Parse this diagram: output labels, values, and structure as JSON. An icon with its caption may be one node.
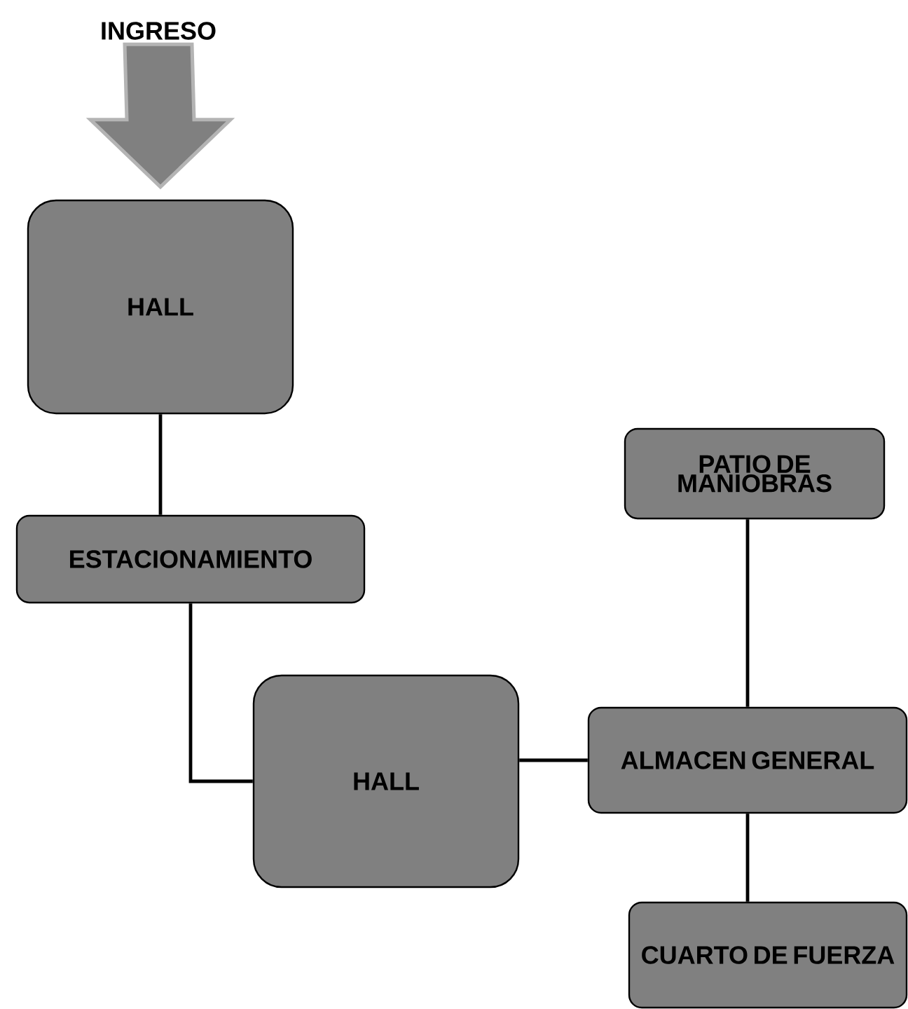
{
  "diagram": {
    "nodes": [
      {
        "text": [
          "INGRESO"
        ]
      },
      {
        "text": [
          "HALL"
        ]
      },
      {
        "text": [
          "ESTACIONAMIENTO"
        ]
      },
      {
        "text": [
          "HALL"
        ]
      },
      {
        "text": [
          "PATIO DE MANIOBRAS"
        ]
      },
      {
        "text": [
          "ALMACEN GENERAL"
        ]
      },
      {
        "text": [
          "CUARTO DE FUERZA"
        ]
      }
    ],
    "edges": [
      {
        "from": 0,
        "to": 1,
        "arrow": "to",
        "style": "thick",
        "color": "#808080"
      },
      {
        "from": 1,
        "to": 2,
        "arrow": "none"
      },
      {
        "from": 2,
        "to": 3,
        "arrow": "none"
      },
      {
        "from": 3,
        "to": 5,
        "arrow": "none"
      },
      {
        "from": 5,
        "to": 4,
        "arrow": "none"
      },
      {
        "from": 5,
        "to": 6,
        "arrow": "none"
      }
    ]
  }
}
